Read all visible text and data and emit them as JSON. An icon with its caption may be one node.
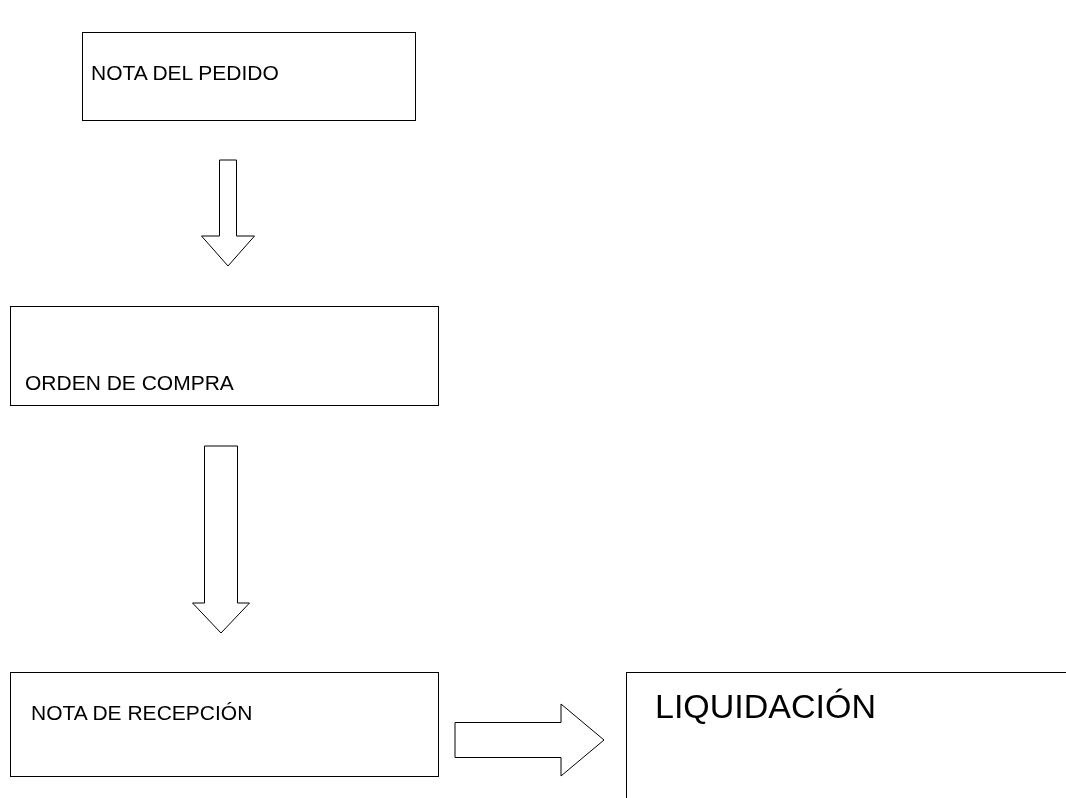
{
  "diagram": {
    "nodes": [
      {
        "text": [
          "NOTA DEL PEDIDO"
        ]
      },
      {
        "text": [
          "ORDEN DE COMPRA"
        ]
      },
      {
        "text": [
          "NOTA DE RECEPCIÓN"
        ]
      },
      {
        "text": [
          "LIQUIDACIÓN"
        ]
      }
    ],
    "edges": [
      {
        "from": 0,
        "to": 1,
        "arrow": "to"
      },
      {
        "from": 1,
        "to": 2,
        "arrow": "to"
      },
      {
        "from": 2,
        "to": 3,
        "arrow": "to"
      }
    ]
  }
}
